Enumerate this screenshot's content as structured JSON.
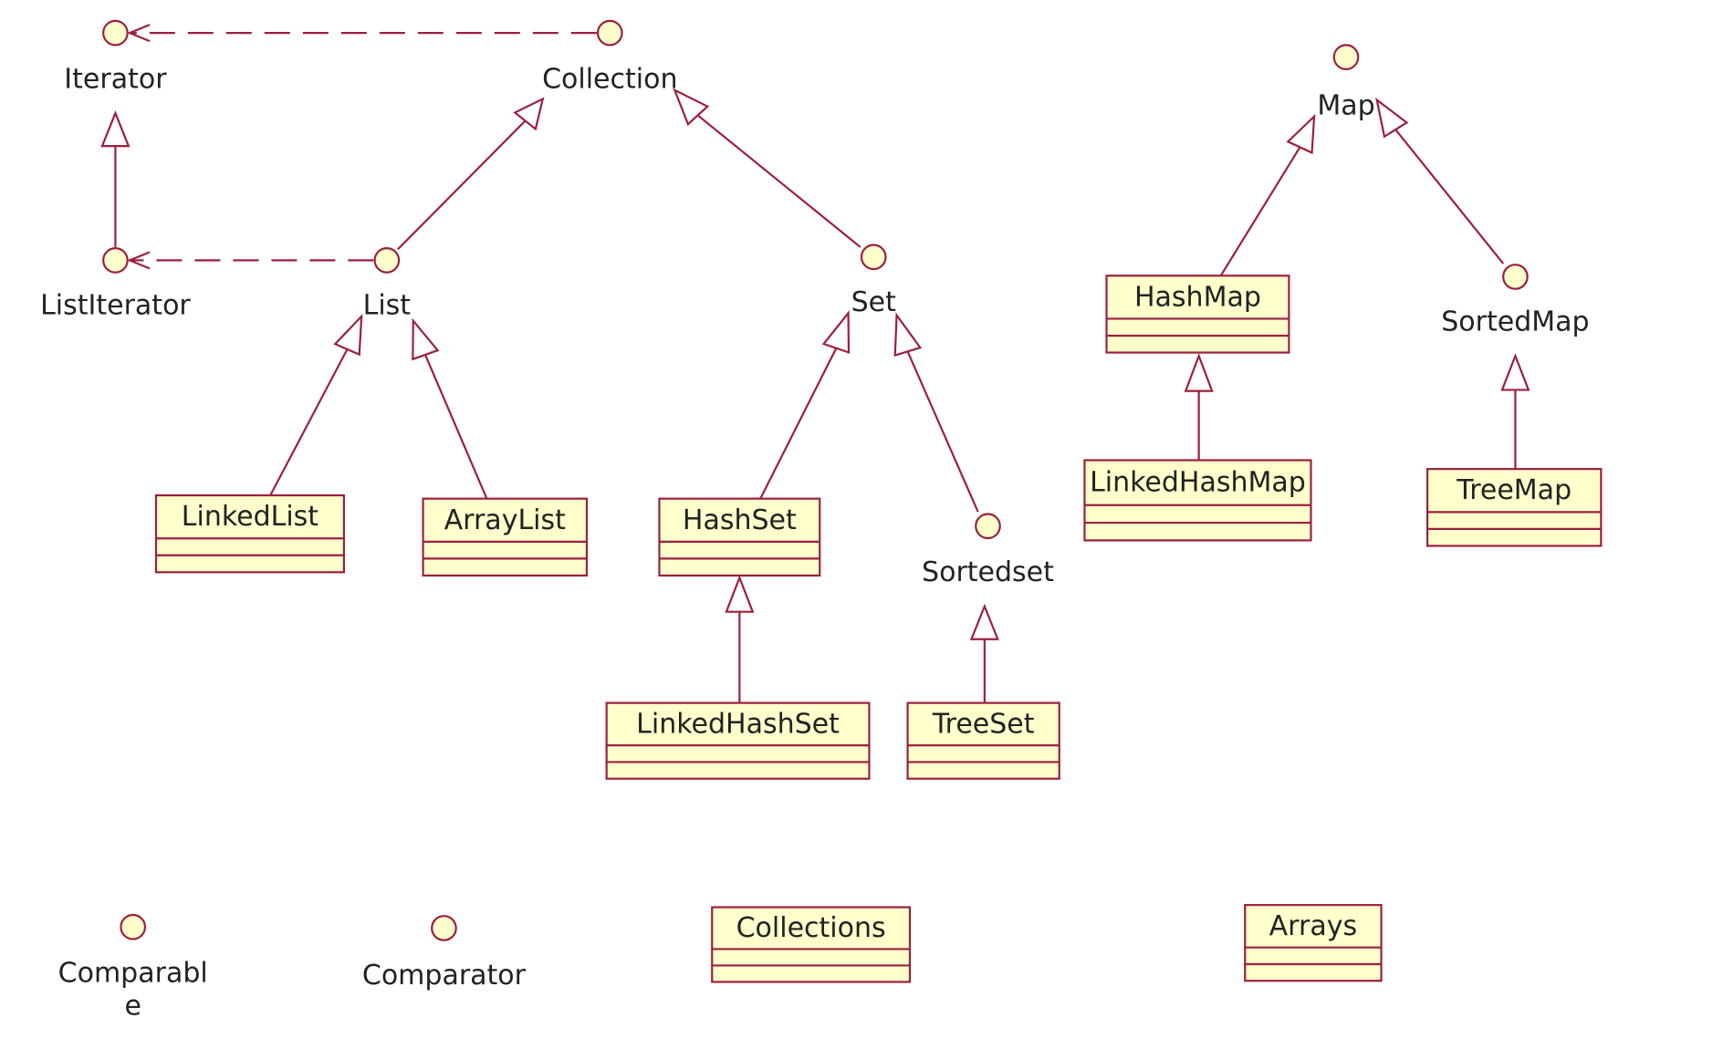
{
  "colors": {
    "line": "#9b1f3f",
    "fill": "#ffffcc",
    "text": "#222222",
    "background": "#ffffff"
  },
  "interfaces": [
    {
      "id": "iterator",
      "label": "Iterator"
    },
    {
      "id": "collection",
      "label": "Collection"
    },
    {
      "id": "listiterator",
      "label": "ListIterator"
    },
    {
      "id": "list",
      "label": "List"
    },
    {
      "id": "set",
      "label": "Set"
    },
    {
      "id": "sortedset",
      "label": "Sortedset"
    },
    {
      "id": "map",
      "label": "Map"
    },
    {
      "id": "sortedmap",
      "label": "SortedMap"
    },
    {
      "id": "comparable",
      "label": "Comparabl\ne"
    },
    {
      "id": "comparator",
      "label": "Comparator"
    }
  ],
  "classes": [
    {
      "id": "linkedlist",
      "label": "LinkedList"
    },
    {
      "id": "arraylist",
      "label": "ArrayList"
    },
    {
      "id": "hashset",
      "label": "HashSet"
    },
    {
      "id": "linkedhashset",
      "label": "LinkedHashSet"
    },
    {
      "id": "treeset",
      "label": "TreeSet"
    },
    {
      "id": "hashmap",
      "label": "HashMap"
    },
    {
      "id": "linkedhashmap",
      "label": "LinkedHashMap"
    },
    {
      "id": "treemap",
      "label": "TreeMap"
    },
    {
      "id": "collections",
      "label": "Collections"
    },
    {
      "id": "arrays",
      "label": "Arrays"
    }
  ],
  "relations": [
    {
      "from": "collection",
      "to": "iterator",
      "kind": "dependency"
    },
    {
      "from": "list",
      "to": "listiterator",
      "kind": "dependency"
    },
    {
      "from": "listiterator",
      "to": "iterator",
      "kind": "generalization"
    },
    {
      "from": "list",
      "to": "collection",
      "kind": "generalization"
    },
    {
      "from": "set",
      "to": "collection",
      "kind": "generalization"
    },
    {
      "from": "linkedlist",
      "to": "list",
      "kind": "generalization"
    },
    {
      "from": "arraylist",
      "to": "list",
      "kind": "generalization"
    },
    {
      "from": "hashset",
      "to": "set",
      "kind": "generalization"
    },
    {
      "from": "sortedset",
      "to": "set",
      "kind": "generalization"
    },
    {
      "from": "linkedhashset",
      "to": "hashset",
      "kind": "generalization"
    },
    {
      "from": "treeset",
      "to": "sortedset",
      "kind": "generalization"
    },
    {
      "from": "hashmap",
      "to": "map",
      "kind": "generalization"
    },
    {
      "from": "sortedmap",
      "to": "map",
      "kind": "generalization"
    },
    {
      "from": "linkedhashmap",
      "to": "hashmap",
      "kind": "generalization"
    },
    {
      "from": "treemap",
      "to": "sortedmap",
      "kind": "generalization"
    }
  ]
}
